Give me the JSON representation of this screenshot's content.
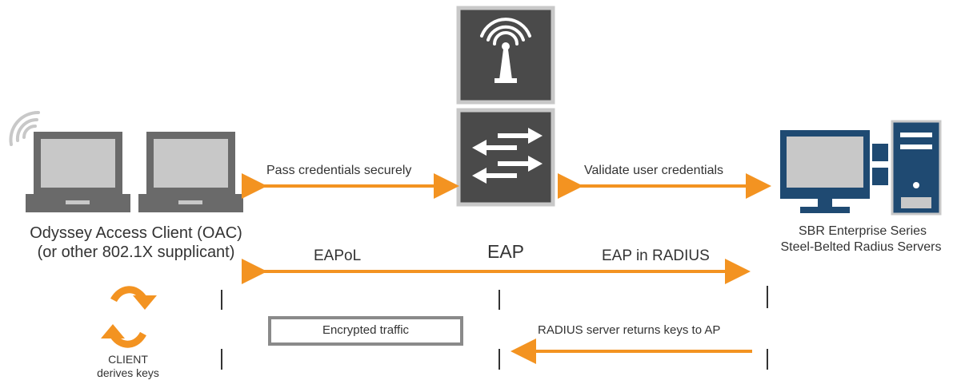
{
  "colors": {
    "arrow": "#F39321",
    "device_dark": "#4A4A4A",
    "device_light": "#C8C8C8",
    "laptop": "#6A6A6A",
    "server_blue": "#1F4A72",
    "text": "#333333",
    "box_border": "#8A8A8A"
  },
  "icons": {
    "wireless": "wifi-signal-icon",
    "access_point": "antenna-icon",
    "switch": "switch-arrows-icon",
    "client": "laptop-icon",
    "server": "server-workstation-icon",
    "cycle": "cycle-arrows-icon"
  },
  "client": {
    "label_line1": "Odyssey Access Client (OAC)",
    "label_line2": "(or other 802.1X supplicant)",
    "keys_line1": "CLIENT",
    "keys_line2": "derives keys"
  },
  "server": {
    "label_line1": "SBR Enterprise Series",
    "label_line2": "Steel-Belted Radius Servers"
  },
  "flows": {
    "pass_credentials": "Pass credentials securely",
    "validate_credentials": "Validate user credentials",
    "eap": "EAP",
    "eapol": "EAPoL",
    "eap_in_radius": "EAP in RADIUS",
    "encrypted_traffic": "Encrypted traffic",
    "radius_returns_keys": "RADIUS server returns keys to AP"
  }
}
